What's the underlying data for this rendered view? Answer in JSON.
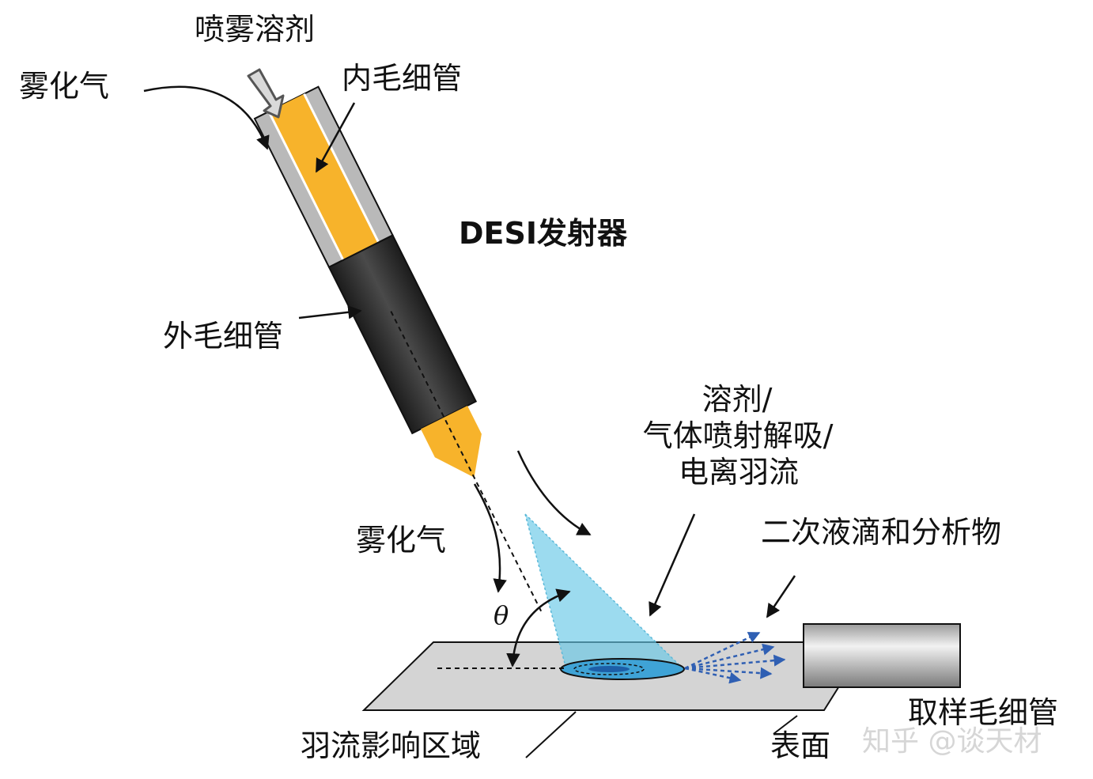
{
  "labels": {
    "spray_solvent": "喷雾溶剂",
    "nebulizing_gas_top": "雾化气",
    "inner_capillary": "内毛细管",
    "emitter": "DESI发射器",
    "outer_capillary": "外毛细管",
    "plume_line1": "溶剂/",
    "plume_line2": "气体喷射解吸/",
    "plume_line3": "电离羽流",
    "nebulizing_gas_bottom": "雾化气",
    "secondary_droplets": "二次液滴和分析物",
    "theta": "θ",
    "plume_zone": "羽流影响区域",
    "surface": "表面",
    "sampling_capillary": "取样毛细管"
  },
  "watermark": "知乎 @谈天材",
  "colors": {
    "inner_solvent": "#f7b32b",
    "outer_sleeve": "#2b2b2b",
    "emitter_wall": "#b9b9b9",
    "spray_cone": "#67c7e6",
    "surface": "#d4d4d4",
    "secondary_arrows": "#2f5fb3"
  }
}
